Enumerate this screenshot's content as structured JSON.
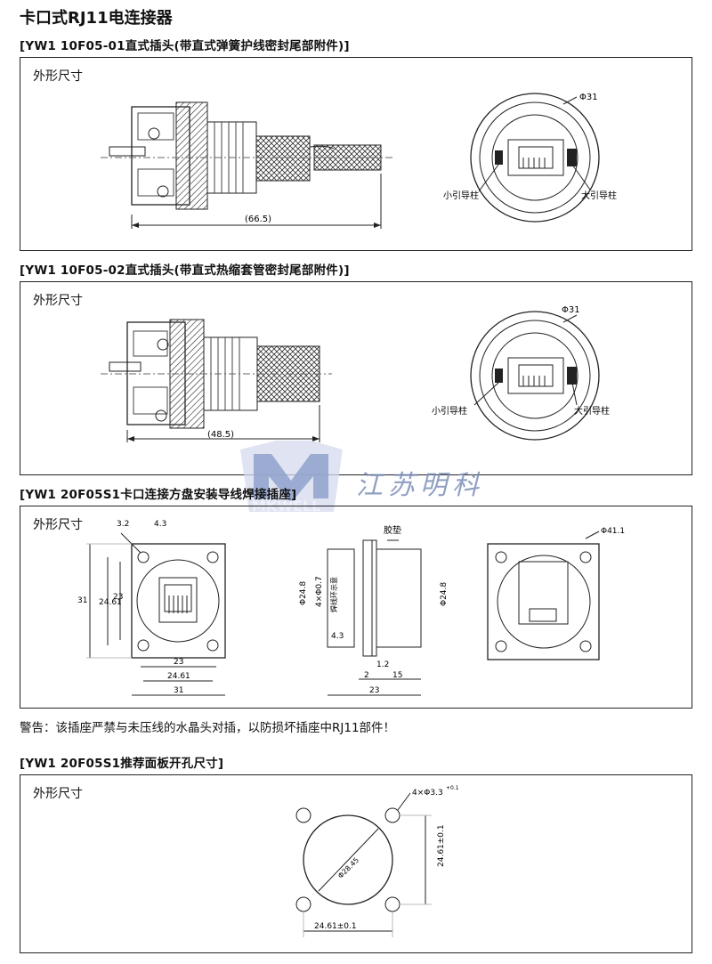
{
  "page": {
    "title": "卡口式RJ11电连接器",
    "warning": "警告：该插座严禁与未压线的水晶头对插，以防损坏插座中RJ11部件！"
  },
  "sections": [
    {
      "heading": "[YW1 10F05-01直式插头(带直式弹簧护线密封尾部附件)]",
      "box_label": "外形尺寸",
      "labels": {
        "length": "(66.5)",
        "diameter": "Φ31",
        "small_pin": "小引导柱",
        "large_pin": "大引导柱"
      }
    },
    {
      "heading": "[YW1 10F05-02直式插头(带直式热缩套管密封尾部附件)]",
      "box_label": "外形尺寸",
      "labels": {
        "length": "(48.5)",
        "diameter": "Φ31",
        "small_pin": "小引导柱",
        "large_pin": "大引导柱"
      }
    },
    {
      "heading": "[YW1 20F05S1卡口连接方盘安装导线焊接插座]",
      "box_label": "外形尺寸",
      "labels": {
        "d32": "3.2",
        "d43": "4.3",
        "d31": "31",
        "d2461": "24.61",
        "d23": "23",
        "gasket": "胶垫",
        "dia248": "Φ24.8",
        "holes": "4×Φ0.7",
        "mark": "焊线环示意",
        "d43b": "4.3",
        "d12": "1.2",
        "d2": "2",
        "d15": "15",
        "dia411": "Φ41.1"
      }
    },
    {
      "heading": "[YW1 20F05S1推荐面板开孔尺寸]",
      "box_label": "外形尺寸",
      "labels": {
        "holes": "4×Φ3.3",
        "tol": "+0.1",
        "cutout": "Φ28.45",
        "side": "24.61±0.1",
        "bottom": "24.61±0.1"
      }
    }
  ],
  "watermark": {
    "logo": "MKWELL",
    "text": "江苏明科",
    "color": "#2d4a9a"
  }
}
